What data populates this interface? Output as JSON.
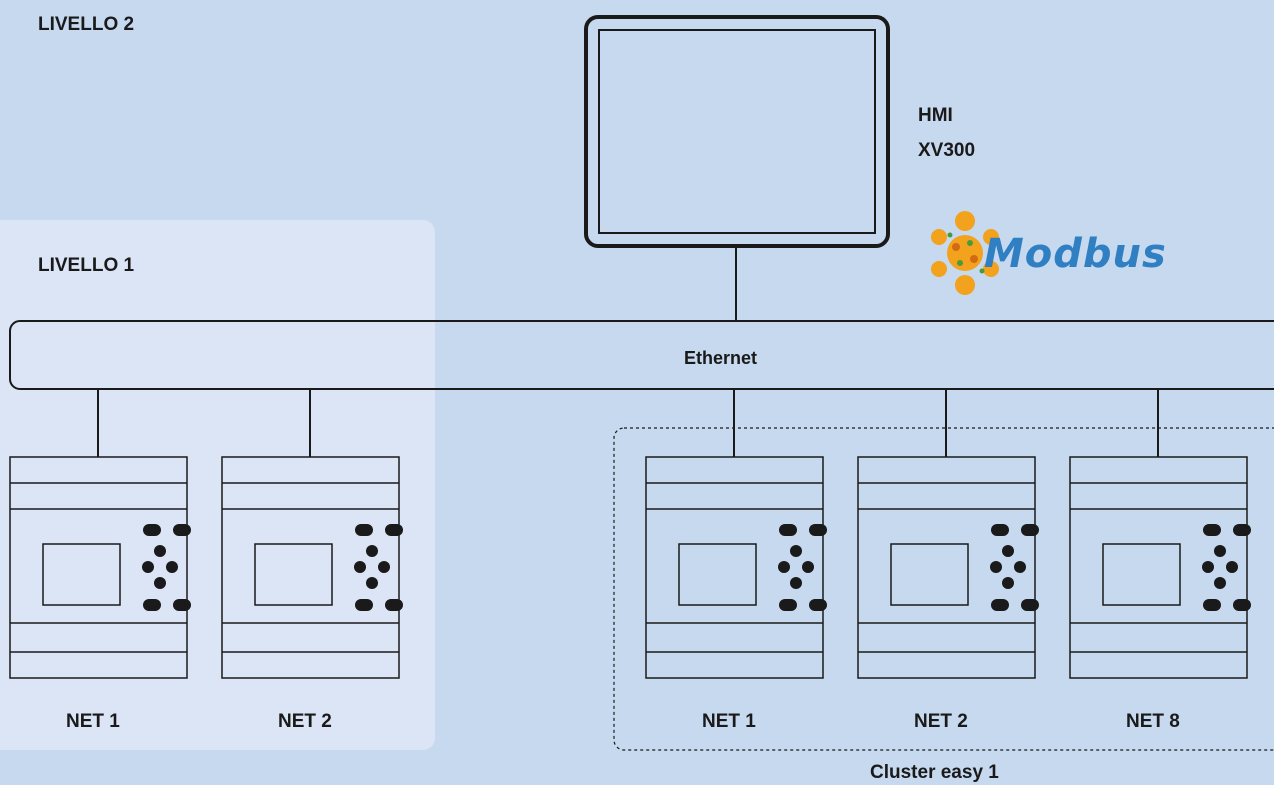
{
  "levels": {
    "level2": "LIVELLO 2",
    "level1": "LIVELLO 1"
  },
  "hmi": {
    "line1": "HMI",
    "line2": "XV300"
  },
  "protocol_logo": {
    "text": "Modbus",
    "color": "#2f7fc2",
    "icon": "modbus-logo-icon"
  },
  "bus": {
    "label": "Ethernet"
  },
  "devices": [
    {
      "label": "NET 1"
    },
    {
      "label": "NET 2"
    },
    {
      "label": "NET 1"
    },
    {
      "label": "NET 2"
    },
    {
      "label": "NET 8"
    }
  ],
  "cluster": {
    "label": "Cluster easy 1"
  },
  "colors": {
    "background": "#c6d9ef",
    "level1_panel": "#dbe5f6",
    "stroke": "#1a1a1a"
  }
}
